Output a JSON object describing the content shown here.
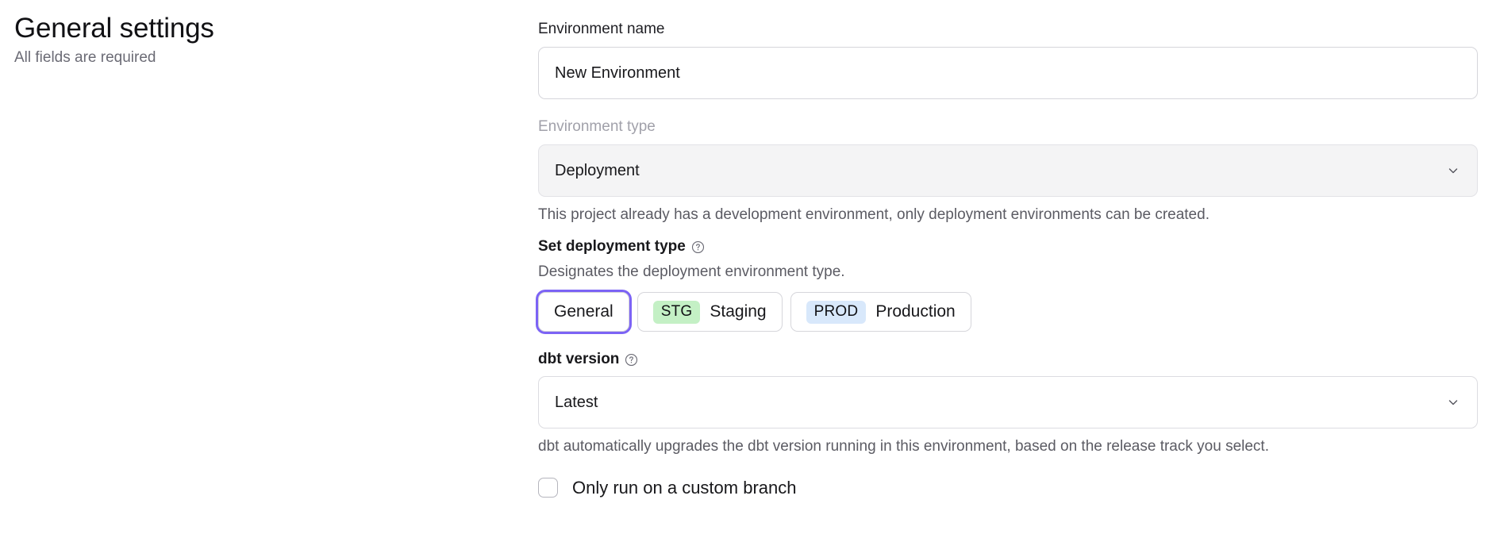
{
  "header": {
    "title": "General settings",
    "subtitle": "All fields are required"
  },
  "form": {
    "environment_name": {
      "label": "Environment name",
      "value": "New Environment",
      "placeholder": "New Environment"
    },
    "environment_type": {
      "label": "Environment type",
      "value": "Deployment",
      "disabled": true,
      "chevron_icon": "chevron-down-icon",
      "helper_text": "This project already has a development environment, only deployment environments can be created."
    },
    "deployment_type": {
      "label": "Set deployment type",
      "help_icon": "help-circle-icon",
      "description": "Designates the deployment environment type.",
      "options": [
        {
          "label": "General",
          "badge": "",
          "badge_color": "",
          "selected": true
        },
        {
          "label": "Staging",
          "badge": "STG",
          "badge_color": "#c4f0c5",
          "selected": false
        },
        {
          "label": "Production",
          "badge": "PROD",
          "badge_color": "#d8e8fb",
          "selected": false
        }
      ]
    },
    "dbt_version": {
      "label": "dbt version",
      "help_icon": "help-circle-icon",
      "value": "Latest",
      "chevron_icon": "chevron-down-icon",
      "helper_text": "dbt automatically upgrades the dbt version running in this environment, based on the release track you select."
    },
    "custom_branch": {
      "label": "Only run on a custom branch",
      "checked": false
    }
  },
  "colors": {
    "focus_ring": "#7c63f5",
    "staging_badge": "#c4f0c5",
    "production_badge": "#d8e8fb",
    "disabled_bg": "#f4f4f5"
  }
}
